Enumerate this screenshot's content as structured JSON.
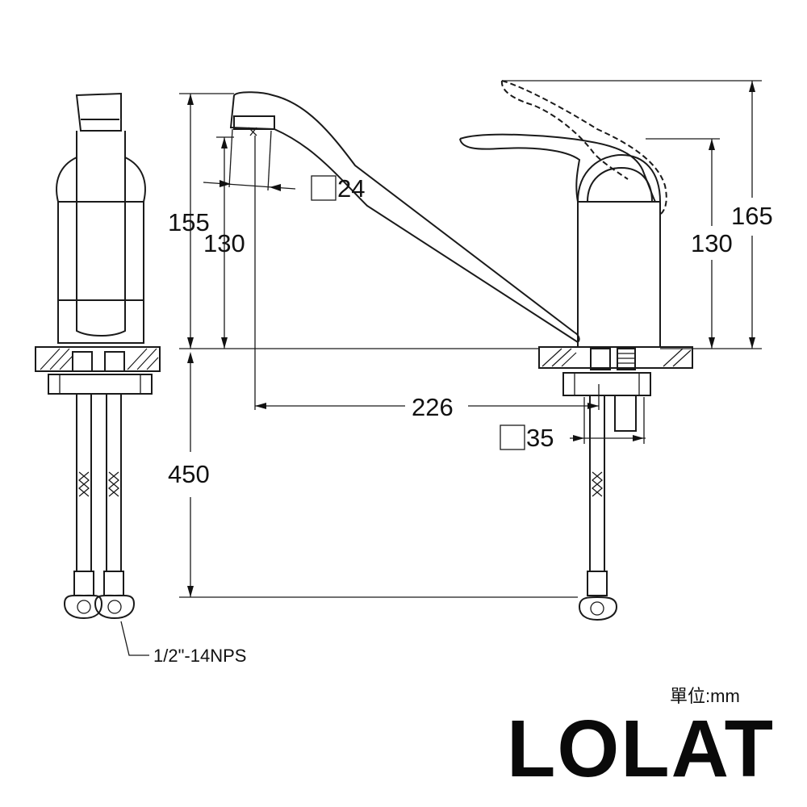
{
  "dimensions": {
    "total_height": "165",
    "spout_height": "155",
    "spout_outlet_height": "130",
    "handle_height": "130",
    "reach": "226",
    "hose_length": "450"
  },
  "section_labels": {
    "aerator_square": "24",
    "base_square": "35"
  },
  "thread_note": "1/2\"-14NPS",
  "unit_note": "單位:mm",
  "brand_logo": "LOLAT"
}
